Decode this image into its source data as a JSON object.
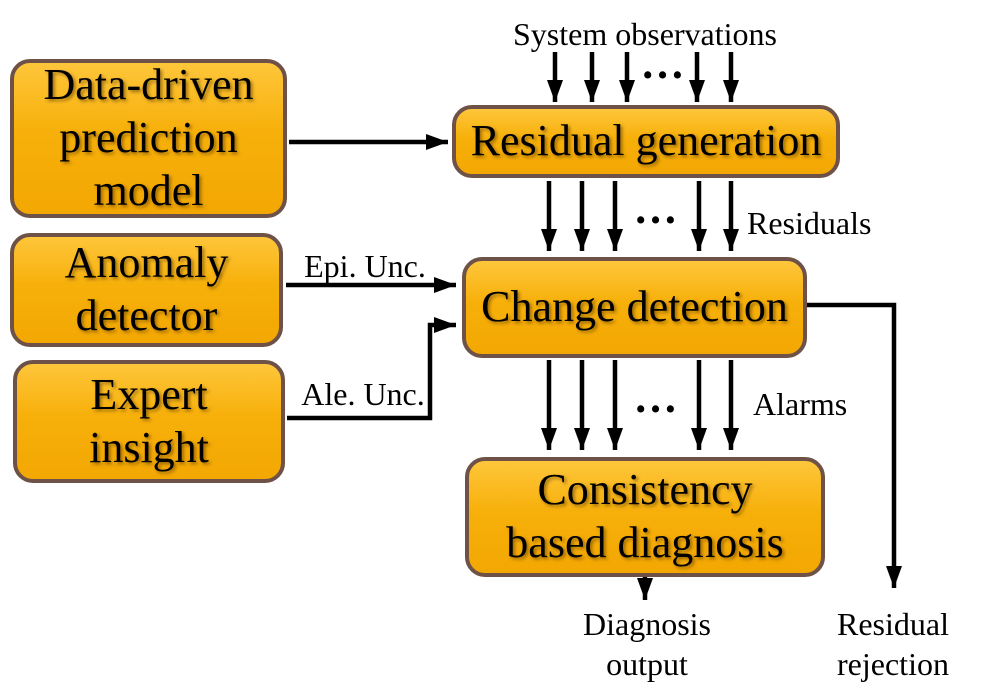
{
  "diagram": {
    "colors": {
      "box_fill_top": "#FEC63B",
      "box_fill": "#F3A702",
      "box_border": "#6E5248",
      "arrow": "#000000",
      "text": "#000000",
      "background": "#FFFFFF"
    },
    "nodes": {
      "data_driven": {
        "label": "Data-driven\nprediction\nmodel"
      },
      "anomaly": {
        "label": "Anomaly\ndetector"
      },
      "expert": {
        "label": "Expert\ninsight"
      },
      "residual_generation": {
        "label": "Residual generation"
      },
      "change_detection": {
        "label": "Change detection"
      },
      "consistency": {
        "label": "Consistency\nbased diagnosis"
      }
    },
    "labels": {
      "system_observations": "System observations",
      "residuals": "Residuals",
      "epi_unc": "Epi. Unc.",
      "ale_unc": "Ale. Unc.",
      "alarms": "Alarms",
      "diagnosis_output": "Diagnosis\noutput",
      "residual_rejection": "Residual\nrejection",
      "ellipsis": "…"
    }
  }
}
